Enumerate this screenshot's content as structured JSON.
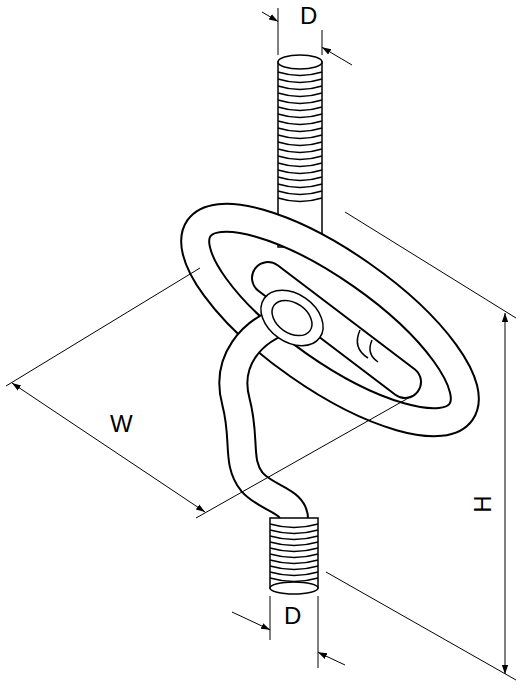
{
  "diagram": {
    "labels": [
      "D",
      "W",
      "D",
      "H"
    ]
  }
}
